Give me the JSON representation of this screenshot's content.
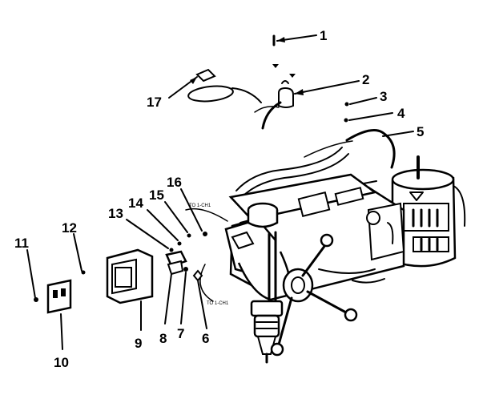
{
  "diagram": {
    "callouts": [
      {
        "id": "1",
        "label": "1"
      },
      {
        "id": "2",
        "label": "2"
      },
      {
        "id": "3",
        "label": "3"
      },
      {
        "id": "4",
        "label": "4"
      },
      {
        "id": "5",
        "label": "5"
      },
      {
        "id": "6",
        "label": "6"
      },
      {
        "id": "7",
        "label": "7"
      },
      {
        "id": "8",
        "label": "8"
      },
      {
        "id": "9",
        "label": "9"
      },
      {
        "id": "10",
        "label": "10"
      },
      {
        "id": "11",
        "label": "11"
      },
      {
        "id": "12",
        "label": "12"
      },
      {
        "id": "13",
        "label": "13"
      },
      {
        "id": "14",
        "label": "14"
      },
      {
        "id": "15",
        "label": "15"
      },
      {
        "id": "16",
        "label": "16"
      },
      {
        "id": "17",
        "label": "17"
      }
    ],
    "wire_tags": [
      "TO 1-CH1",
      "TO 1-CH1"
    ]
  }
}
